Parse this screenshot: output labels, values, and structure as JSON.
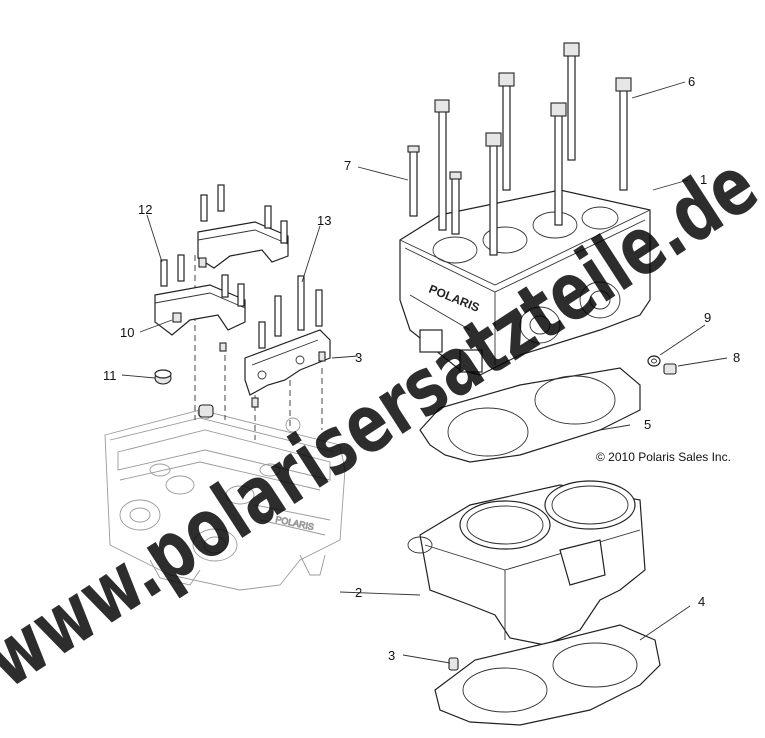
{
  "diagram": {
    "callouts": [
      {
        "id": "1",
        "text": "1"
      },
      {
        "id": "2",
        "text": "2"
      },
      {
        "id": "3a",
        "text": "3"
      },
      {
        "id": "3b",
        "text": "3"
      },
      {
        "id": "4",
        "text": "4"
      },
      {
        "id": "5",
        "text": "5"
      },
      {
        "id": "6",
        "text": "6"
      },
      {
        "id": "7",
        "text": "7"
      },
      {
        "id": "8",
        "text": "8"
      },
      {
        "id": "9",
        "text": "9"
      },
      {
        "id": "10",
        "text": "10"
      },
      {
        "id": "11",
        "text": "11"
      },
      {
        "id": "12",
        "text": "12"
      },
      {
        "id": "13",
        "text": "13"
      }
    ],
    "copyright": "© 2010 Polaris Sales Inc.",
    "brand_cast": "POLARIS"
  },
  "watermark": {
    "text": "www.polarisersatzteile.de",
    "color": "#000000"
  }
}
